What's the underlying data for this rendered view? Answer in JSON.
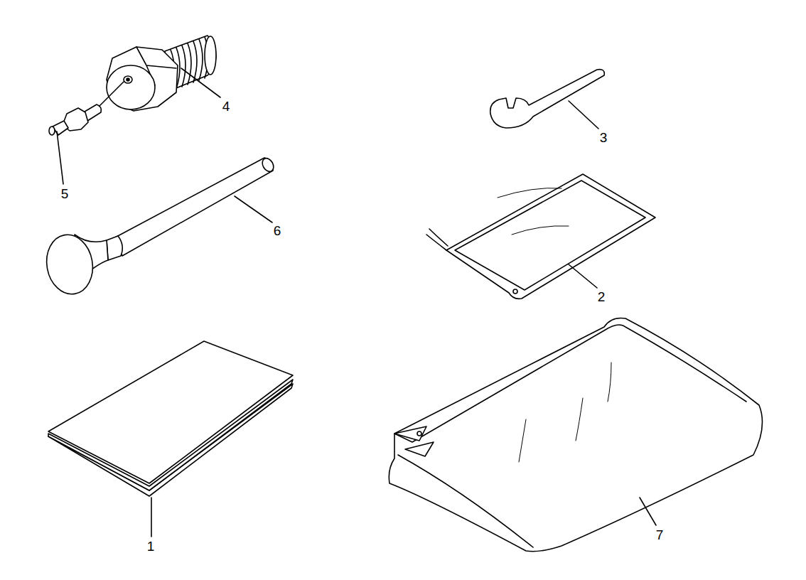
{
  "diagram": {
    "labels": [
      "4",
      "3",
      "5",
      "6",
      "2",
      "1",
      "7"
    ]
  }
}
